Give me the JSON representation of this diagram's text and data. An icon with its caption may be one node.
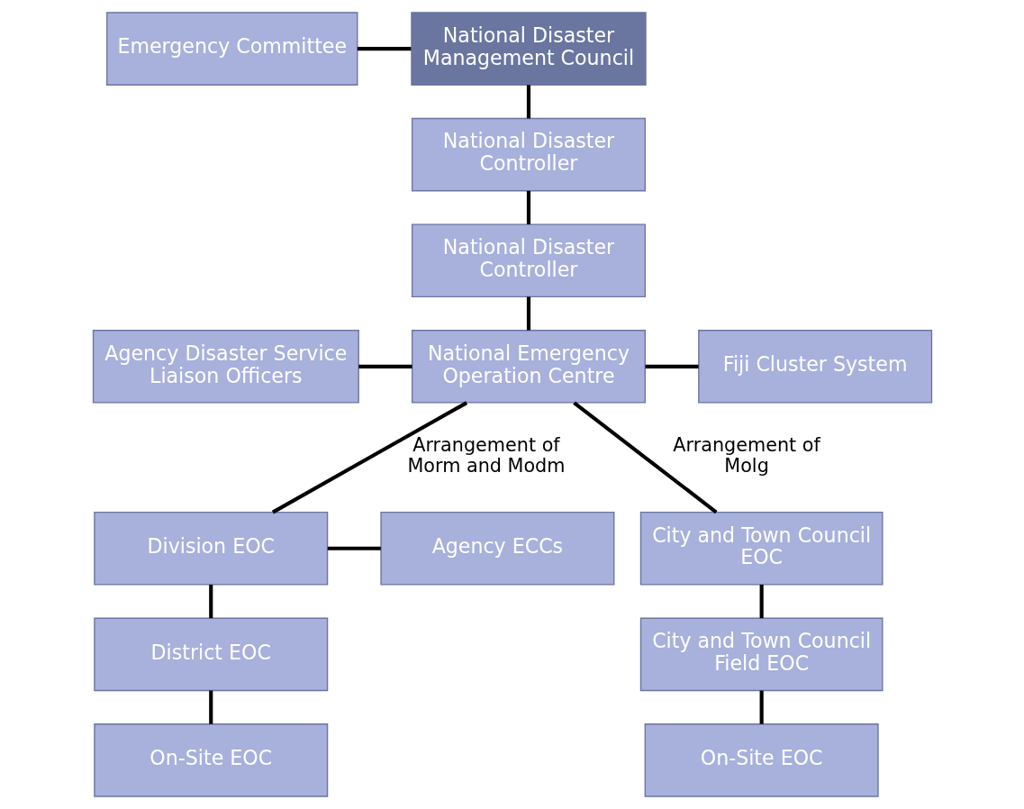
{
  "diagram": {
    "nodes": [
      {
        "text": [
          "Emergency Committee"
        ]
      },
      {
        "text": [
          "National Disaster Management Council"
        ]
      },
      {
        "text": [
          "National Disaster Controller"
        ]
      },
      {
        "text": [
          "National Disaster Controller"
        ]
      },
      {
        "text": [
          "Agency Disaster Service Liaison Officers"
        ]
      },
      {
        "text": [
          "National Emergency Operation Centre"
        ]
      },
      {
        "text": [
          "Fiji Cluster System"
        ]
      },
      {
        "text": [
          "Agency ECCs"
        ]
      },
      {
        "text": [
          "Division EOC"
        ]
      },
      {
        "text": [
          "City and Town Council EOC"
        ]
      },
      {
        "text": [
          "District EOC"
        ]
      },
      {
        "text": [
          "City and Town Council Field EOC"
        ]
      },
      {
        "text": [
          "On-Site EOC"
        ]
      },
      {
        "text": [
          "On-Site EOC"
        ]
      }
    ],
    "edges": [
      {
        "from": 0,
        "to": 1,
        "arrow": "none"
      },
      {
        "from": 1,
        "to": 2,
        "arrow": "none"
      },
      {
        "from": 2,
        "to": 3,
        "arrow": "none"
      },
      {
        "from": 3,
        "to": 5,
        "arrow": "none"
      },
      {
        "from": 4,
        "to": 5,
        "arrow": "none"
      },
      {
        "from": 5,
        "to": 6,
        "arrow": "none"
      },
      {
        "from": 5,
        "to": 8,
        "arrow": "none",
        "label": "Arrangement of Morm and Modm"
      },
      {
        "from": 5,
        "to": 9,
        "arrow": "none",
        "label": "Arrangement of Molg"
      },
      {
        "from": 7,
        "to": 8,
        "arrow": "none"
      },
      {
        "from": 8,
        "to": 10,
        "arrow": "none"
      },
      {
        "from": 9,
        "to": 11,
        "arrow": "none"
      },
      {
        "from": 10,
        "to": 12,
        "arrow": "none"
      },
      {
        "from": 11,
        "to": 13,
        "arrow": "none"
      }
    ]
  }
}
